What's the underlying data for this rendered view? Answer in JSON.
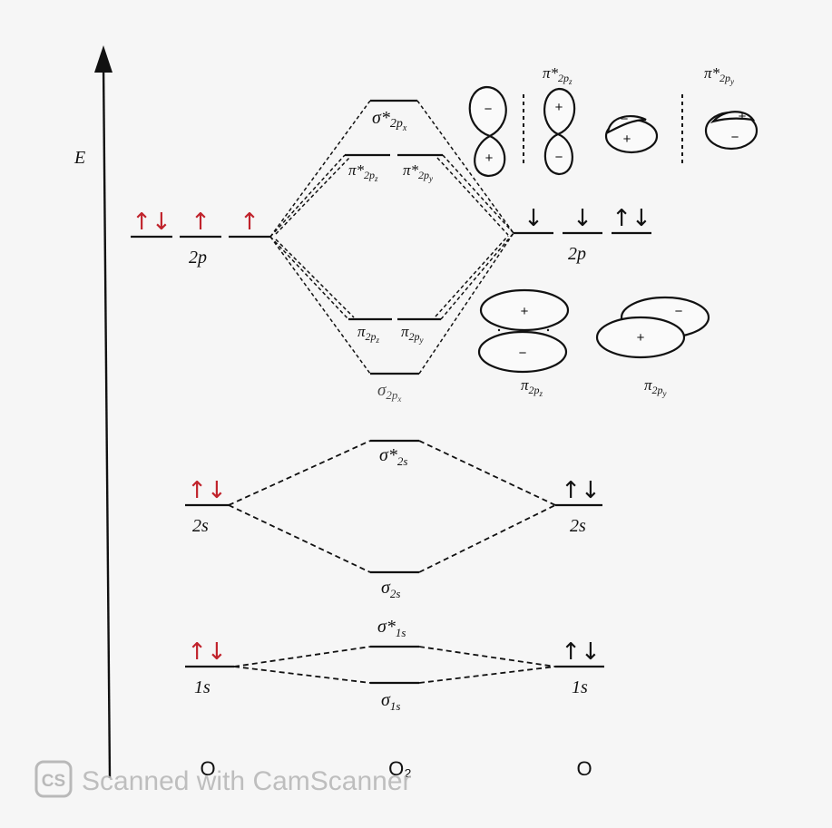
{
  "axis": {
    "label": "E"
  },
  "colors": {
    "left_electrons": "#c0222b",
    "right_electrons": "#111111",
    "lines": "#111111"
  },
  "left_atom": {
    "name": "O",
    "level_1s": "1s",
    "level_2s": "2s",
    "level_2p": "2p",
    "electrons_1s": "↑↓",
    "electrons_2s": "↑↓",
    "electrons_2p": [
      "↑↓",
      "↑",
      "↑"
    ]
  },
  "right_atom": {
    "name": "O",
    "level_1s": "1s",
    "level_2s": "2s",
    "level_2p": "2p",
    "electrons_1s": "↑↓",
    "electrons_2s": "↑↓",
    "electrons_2p": [
      "↓",
      "↓",
      "↑↓"
    ]
  },
  "molecule": {
    "name": "O₂",
    "sigma_star_2px": {
      "base": "σ*",
      "sub": "2p",
      "subsub": "x"
    },
    "pi_star_2pz": {
      "base": "π*",
      "sub": "2p",
      "subsub": "z"
    },
    "pi_star_2py": {
      "base": "π*",
      "sub": "2p",
      "subsub": "y"
    },
    "pi_2pz": {
      "base": "π",
      "sub": "2p",
      "subsub": "z"
    },
    "pi_2py": {
      "base": "π",
      "sub": "2p",
      "subsub": "y"
    },
    "sigma_2px": {
      "base": "σ",
      "sub": "2p",
      "subsub": "x"
    },
    "sigma_star_2s": {
      "base": "σ*",
      "sub": "2s"
    },
    "sigma_2s": {
      "base": "σ",
      "sub": "2s"
    },
    "sigma_star_1s": {
      "base": "σ*",
      "sub": "1s"
    },
    "sigma_1s": {
      "base": "σ",
      "sub": "1s"
    }
  },
  "orbital_pictures": {
    "antibonding_pz_caption": {
      "base": "π*",
      "sub": "2p",
      "subsub": "z"
    },
    "antibonding_py_caption": {
      "base": "π*",
      "sub": "2p",
      "subsub": "y"
    },
    "bonding_pz_caption": {
      "base": "π",
      "sub": "2p",
      "subsub": "z"
    },
    "bonding_py_caption": {
      "base": "π",
      "sub": "2p",
      "subsub": "y"
    },
    "plus": "+",
    "minus": "−"
  },
  "watermark": {
    "badge": "CS",
    "text": "Scanned with CamScanner"
  }
}
